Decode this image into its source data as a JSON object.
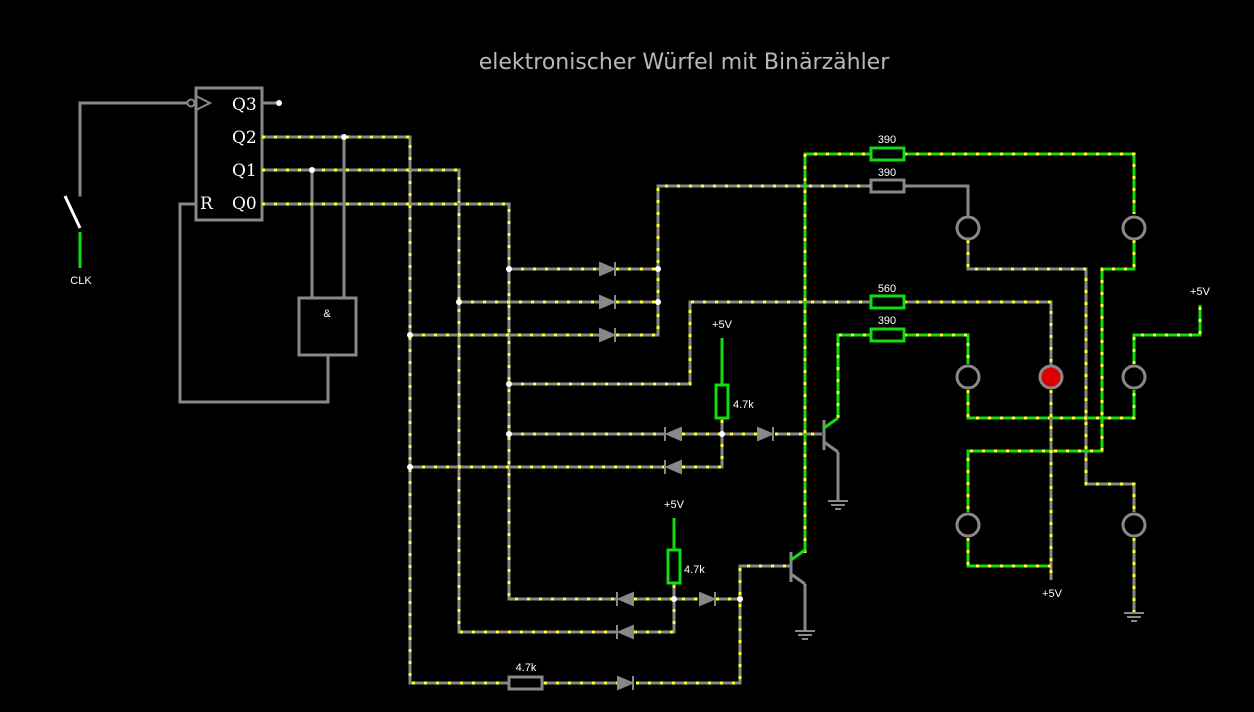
{
  "title": "elektronischer Würfel mit Binärzähler",
  "counter": {
    "pins": [
      "Q3",
      "Q2",
      "Q1",
      "Q0"
    ],
    "reset_pin": "R"
  },
  "and_gate": {
    "label": "&"
  },
  "switch": {
    "label": "CLK"
  },
  "resistors": {
    "r1": "390",
    "r2": "390",
    "r3": "560",
    "r4": "390",
    "r5": "4.7k",
    "r6": "4.7k",
    "r7": "4.7k"
  },
  "supply": {
    "s1": "+5V",
    "s2": "+5V",
    "s3": "+5V",
    "s4": "+5V"
  },
  "leds": {
    "count": 7,
    "lit": 1
  },
  "colors": {
    "background": "#000000",
    "wire_inactive": "#888888",
    "wire_active": "#11dd11",
    "current_dots": "#ffff33",
    "led_on": "#dd0000",
    "text": "#ffffff"
  }
}
